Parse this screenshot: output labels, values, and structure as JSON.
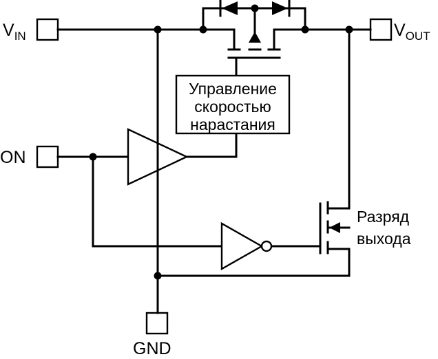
{
  "pins": {
    "vin": {
      "main": "V",
      "sub": "IN"
    },
    "vout": {
      "main": "V",
      "sub": "OUT"
    },
    "on": "ON",
    "gnd": "GND"
  },
  "blocks": {
    "slew_control": [
      "Управление",
      "скоростью",
      "нарастания"
    ],
    "discharge": [
      "Разряд",
      "выхода"
    ]
  }
}
